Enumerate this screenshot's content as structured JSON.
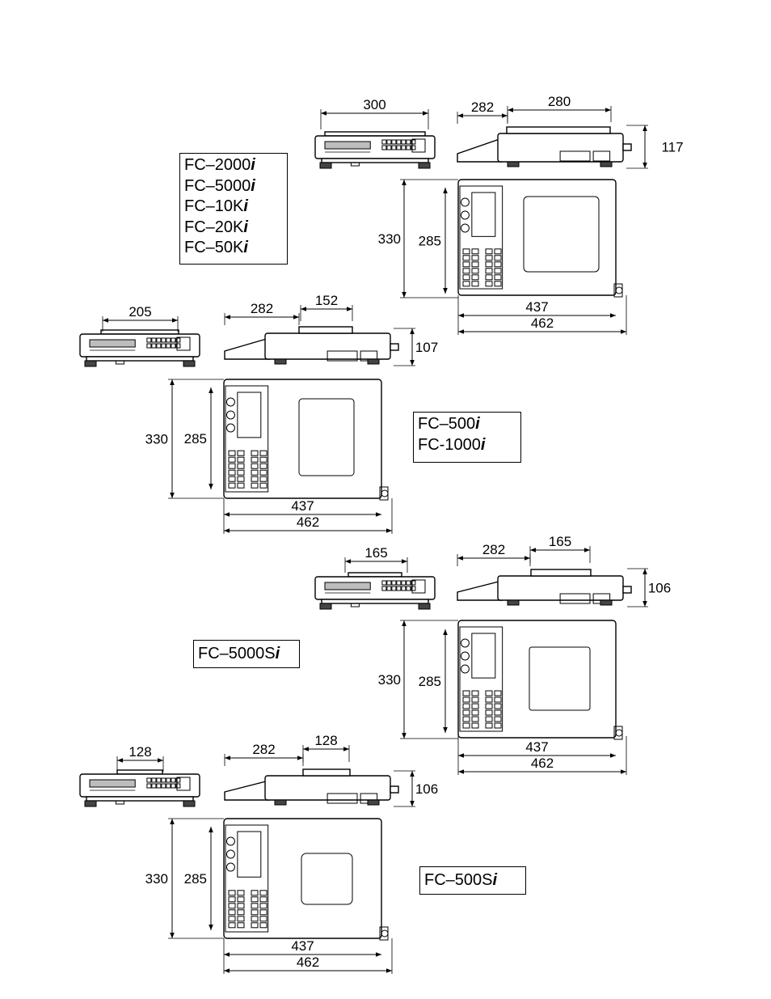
{
  "groups": [
    {
      "id": "g1",
      "models": [
        {
          "base": "FC–2000",
          "suffix": "i"
        },
        {
          "base": "FC–5000",
          "suffix": "i"
        },
        {
          "base": "FC–10K",
          "suffix": "i"
        },
        {
          "base": "FC–20K",
          "suffix": "i"
        },
        {
          "base": "FC–50K",
          "suffix": "i"
        }
      ],
      "dims": {
        "pan_front": "300",
        "side_depth": "282",
        "pan_side": "280",
        "height": "117",
        "top_depth_outer": "330",
        "top_depth_inner": "285",
        "width_inner": "437",
        "width_outer": "462"
      }
    },
    {
      "id": "g2",
      "models": [
        {
          "base": "FC–500",
          "suffix": "i"
        },
        {
          "base": "FC-1000",
          "suffix": "i"
        }
      ],
      "dims": {
        "pan_front": "205",
        "side_depth": "282",
        "pan_side": "152",
        "height": "107",
        "top_depth_outer": "330",
        "top_depth_inner": "285",
        "width_inner": "437",
        "width_outer": "462"
      }
    },
    {
      "id": "g3",
      "models": [
        {
          "base": "FC–5000S",
          "suffix": "i"
        }
      ],
      "dims": {
        "pan_front": "165",
        "side_depth": "282",
        "pan_side": "165",
        "height": "106",
        "top_depth_outer": "330",
        "top_depth_inner": "285",
        "width_inner": "437",
        "width_outer": "462"
      }
    },
    {
      "id": "g4",
      "models": [
        {
          "base": "FC–500S",
          "suffix": "i"
        }
      ],
      "dims": {
        "pan_front": "128",
        "side_depth": "282",
        "pan_side": "128",
        "height": "106",
        "top_depth_outer": "330",
        "top_depth_inner": "285",
        "width_inner": "437",
        "width_outer": "462"
      }
    }
  ]
}
